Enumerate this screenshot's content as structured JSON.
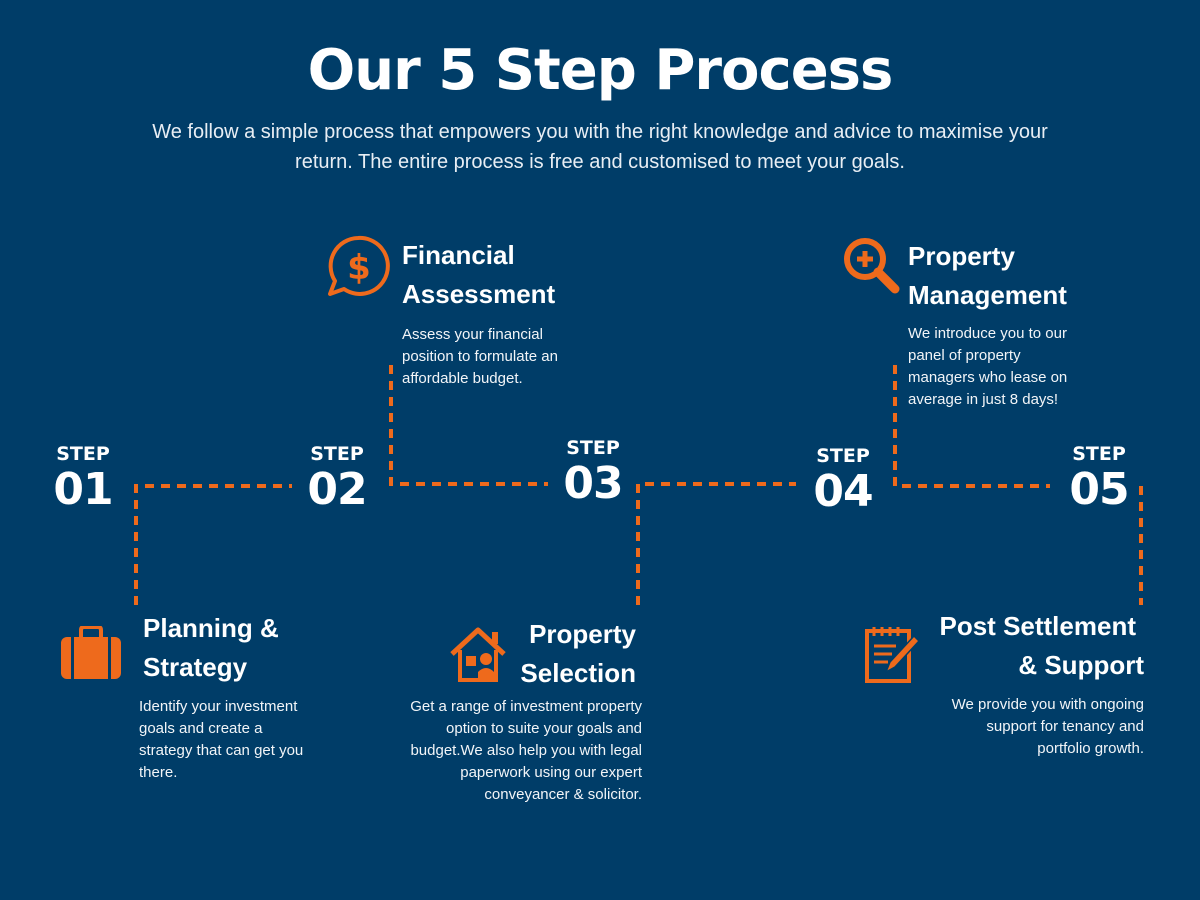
{
  "title": "Our 5 Step Process",
  "subtitle": "We follow a simple process that empowers you with the right knowledge and advice to maximise your return. The entire process is free and customised to meet your goals.",
  "accent_color": "#ee6a1c",
  "background_color": "#003d68",
  "step_word": "STEP",
  "steps": [
    {
      "number": "01",
      "heading_line1": "Planning &",
      "heading_line2": "Strategy",
      "description": "Identify your investment goals and create a strategy that can get you there.",
      "icon": "briefcase-icon"
    },
    {
      "number": "02",
      "heading_line1": "Financial",
      "heading_line2": "Assessment",
      "description": "Assess your financial position to formulate an affordable budget.",
      "icon": "dollar-chat-icon"
    },
    {
      "number": "03",
      "heading_line1": "Property",
      "heading_line2": "Selection",
      "description": "Get a range of investment property option to suite your goals and budget.We also help you with legal paperwork using our expert conveyancer & solicitor.",
      "icon": "house-icon"
    },
    {
      "number": "04",
      "heading_line1": "Property",
      "heading_line2": "Management",
      "description": "We introduce you to our panel of property managers who lease on average in just 8 days!",
      "icon": "magnifier-icon"
    },
    {
      "number": "05",
      "heading_line1": "Post Settlement",
      "heading_line2": "& Support",
      "description": "We provide you with ongoing support for tenancy and portfolio growth.",
      "icon": "checklist-icon"
    }
  ]
}
